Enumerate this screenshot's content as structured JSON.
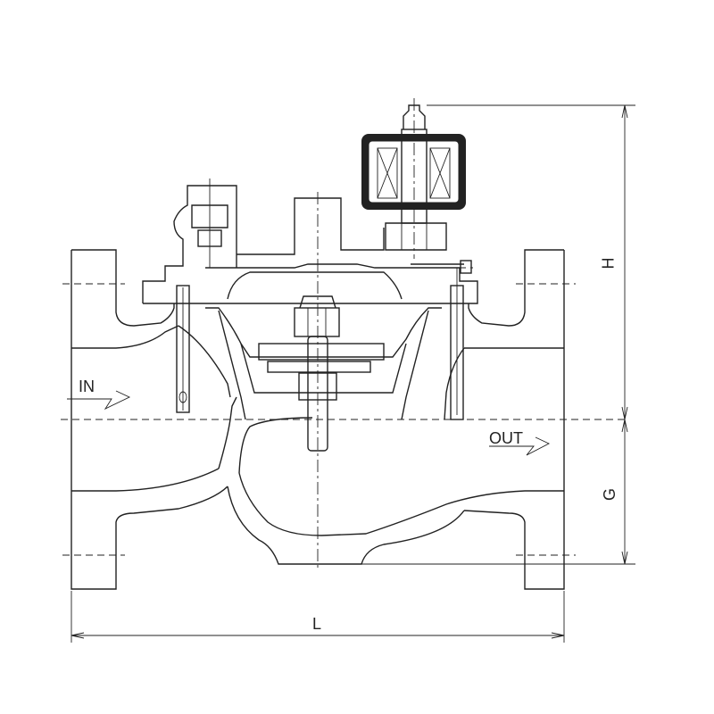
{
  "labels": {
    "inlet": "IN",
    "outlet": "OUT",
    "height_dim": "H",
    "lower_height_dim": "G",
    "length_dim": "L"
  },
  "colors": {
    "line": "#222222",
    "background": "#ffffff"
  }
}
